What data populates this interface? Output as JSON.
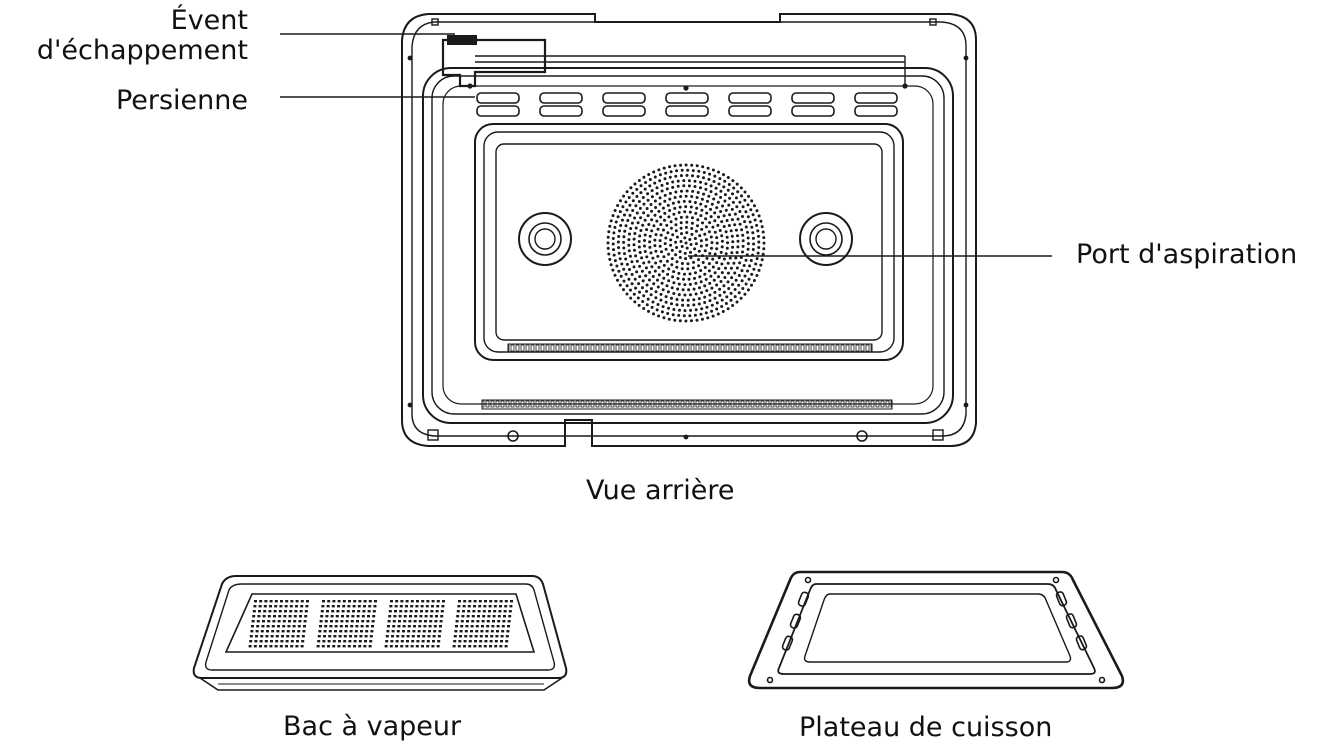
{
  "labels": {
    "event_line1": "Évent",
    "event_line2": "d'échappement",
    "persienne": "Persienne",
    "port_aspiration": "Port d'aspiration",
    "vue_arriere": "Vue arrière",
    "bac_vapeur": "Bac à vapeur",
    "plateau_cuisson": "Plateau de cuisson"
  },
  "colors": {
    "line": "#1a1a1a",
    "background": "#ffffff"
  }
}
